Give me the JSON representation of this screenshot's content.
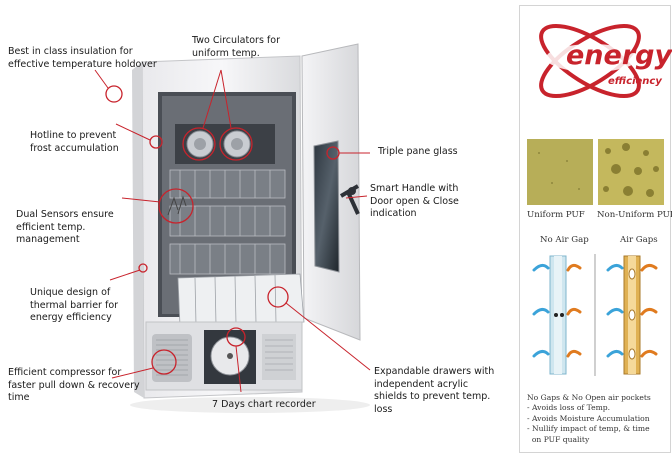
{
  "callouts": {
    "insulation": "Best in class insulation for effective temperature holdover",
    "circulators": "Two Circulators for uniform temp.",
    "hotline": "Hotline to prevent frost accumulation",
    "glass": "Triple pane glass",
    "handle": "Smart Handle with Door open & Close indication",
    "sensors": "Dual Sensors ensure efficient temp. management",
    "barrier": "Unique design of thermal barrier for energy efficiency",
    "compressor": "Efficient compressor for faster pull down & recovery time",
    "recorder": "7 Days chart recorder",
    "drawers": "Expandable drawers with independent acrylic shields to prevent temp. loss"
  },
  "panel": {
    "logo_word": "energy",
    "logo_sub": "efficiency",
    "puf_uniform": "Uniform PUF",
    "puf_nonuniform": "Non-Uniform PUF",
    "no_air_gap": "No Air Gap",
    "air_gaps": "Air Gaps",
    "bullets_title": "No Gaps & No Open air pockets",
    "bullets": [
      "- Avoids loss of Temp.",
      "- Avoids Moisture Accumulation",
      "- Nullify impact of temp, & time",
      "  on PUF quality"
    ]
  },
  "colors": {
    "accent": "#c8232c",
    "arrow_blue": "#3ba3d9",
    "arrow_orange": "#e07b1f"
  }
}
